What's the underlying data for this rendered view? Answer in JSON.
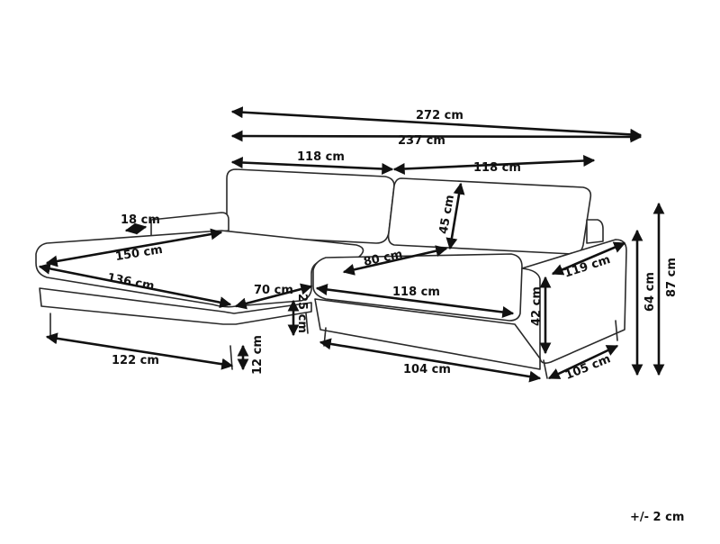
{
  "tolerance": "+/- 2 cm",
  "dimensions": {
    "total_length": "272 cm",
    "length_without_chaise": "237 cm",
    "left_section": "118 cm",
    "right_section": "118 cm",
    "armrest_width": "18 cm",
    "chaise_depth": "150 cm",
    "chaise_inner_depth": "136 cm",
    "chaise_width": "70 cm",
    "seat_depth": "80 cm",
    "backrest_height": "45 cm",
    "seat_width": "118 cm",
    "seat_height": "42 cm",
    "leg_height": "12 cm",
    "base_height": "25 cm",
    "base_length_left": "122 cm",
    "base_length_right": "104 cm",
    "arm_depth": "119 cm",
    "total_depth": "105 cm",
    "arm_height": "64 cm",
    "total_height": "87 cm"
  },
  "colors": {
    "ink": "#111111",
    "outline": "#2a2a2a",
    "background": "#ffffff"
  }
}
